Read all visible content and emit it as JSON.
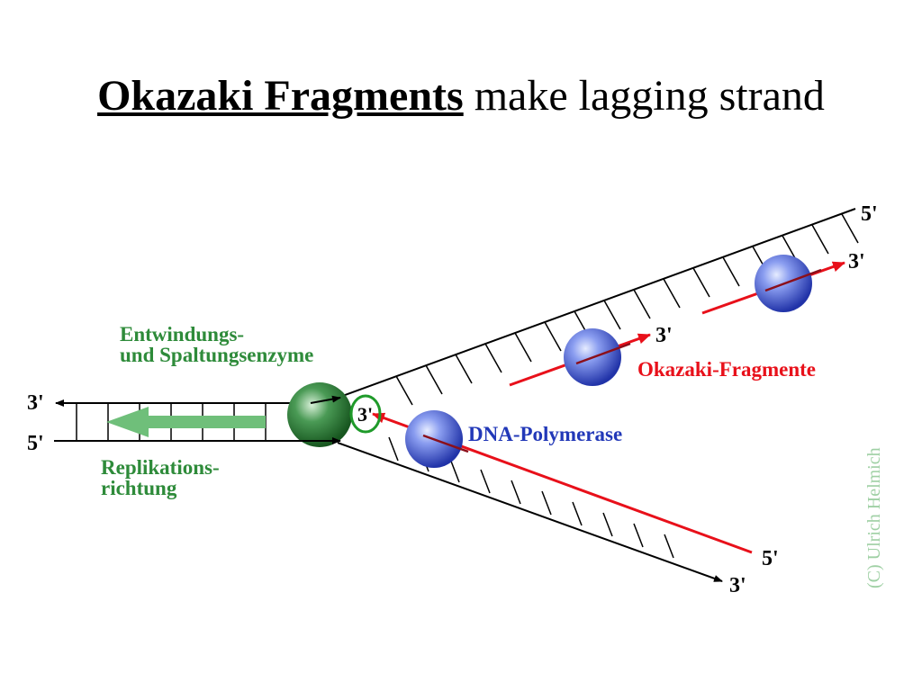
{
  "title": {
    "emphasis": "Okazaki Fragments",
    "rest": " make lagging strand"
  },
  "labels": {
    "upper_5prime": "5'",
    "upper_3prime_a": "3'",
    "upper_3prime_b": "3'",
    "lower_5prime": "5'",
    "lower_3prime": "3'",
    "left_3prime": "3'",
    "left_5prime": "5'",
    "fork_3prime": "3'",
    "unwinding_line1": "Entwindungs-",
    "unwinding_line2": "und Spaltungsenzyme",
    "direction_line1": "Replikations-",
    "direction_line2": "richtung",
    "okazaki": "Okazaki-Fragmente",
    "polymerase": "DNA-Polymerase",
    "copyright": "(C) Ulrich Helmich"
  },
  "colors": {
    "red": "#e8101a",
    "green_text": "#2e8b3a",
    "green_arrow": "#6fbf7a",
    "blue_text": "#2238b8",
    "watermark": "#9fd0a4"
  }
}
